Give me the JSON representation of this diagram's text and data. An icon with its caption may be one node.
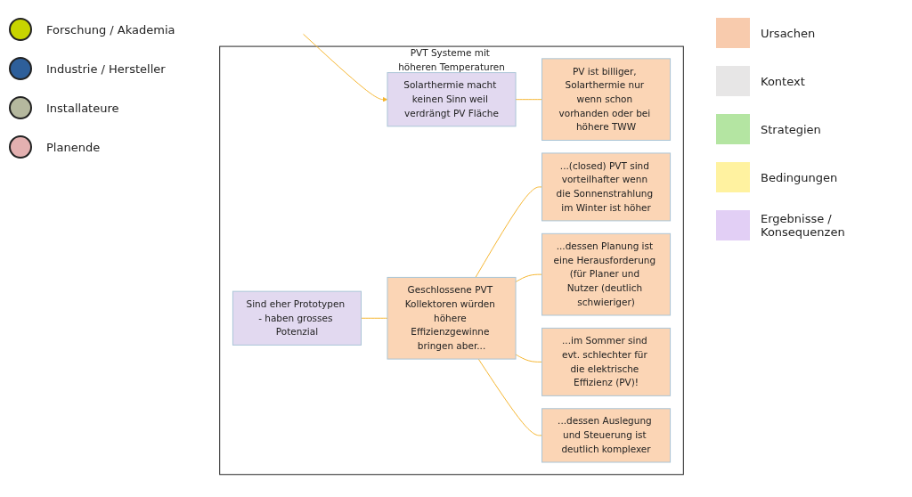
{
  "diagram": {
    "nodes": [
      {
        "text": [
          "PVT Systeme mit höheren Temperaturen"
        ]
      },
      {
        "text": [
          "Solarthermie macht keinen Sinn weil verdrängt PV Fläche"
        ],
        "in": 0
      },
      {
        "text": [
          "PV ist billiger, Solarthermie nur wenn schon vorhanden oder bei höhere TWW"
        ],
        "in": 0
      },
      {
        "text": [
          "Sind eher Prototypen - haben grosses Potenzial"
        ],
        "in": 0
      },
      {
        "text": [
          "...(closed) PVT sind vorteilhafter wenn die Sonnenstrahlung im Winter ist höher"
        ],
        "in": 0
      },
      {
        "text": [
          "Geschlossene PVT Kollektoren würden höhere Effizienzgewinne bringen aber..."
        ],
        "in": 0
      },
      {
        "text": [
          "...dessen Planung ist eine Herausforderung (für Planer und Nutzer (deutlich schwieriger)"
        ],
        "in": 0
      },
      {
        "text": [
          "...im Sommer sind evt. schlechter für die elektrische Effizienz (PV)!"
        ],
        "in": 0
      },
      {
        "text": [
          "...dessen Auslegung und Steuerung ist deutlich komplexer"
        ],
        "in": 0
      }
    ],
    "edges": [
      {
        "from": null,
        "to": 1,
        "arrow": "to"
      },
      {
        "from": 1,
        "to": 2,
        "arrow": "none"
      },
      {
        "from": 3,
        "to": 5,
        "arrow": "none"
      },
      {
        "from": 5,
        "to": 4,
        "arrow": "none"
      },
      {
        "from": 5,
        "to": 6,
        "arrow": "none"
      },
      {
        "from": 5,
        "to": 7,
        "arrow": "none"
      },
      {
        "from": 5,
        "to": 8,
        "arrow": "none"
      }
    ],
    "legend": [
      {
        "text": "Forschung / Akademia",
        "color": "#c8d400"
      },
      {
        "text": "Industrie / Hersteller",
        "color": "#2e5f9a"
      },
      {
        "text": "Installateure",
        "color": "#b5b89e"
      },
      {
        "text": "Planende",
        "color": "#e3b0b0"
      },
      {
        "text": "Ursachen",
        "color": "#f8cbad"
      },
      {
        "text": "Kontext",
        "color": "#e7e6e6"
      },
      {
        "text": "Strategien",
        "color": "#b4e5a2"
      },
      {
        "text": "Bedingungen",
        "color": "#fff2a0"
      },
      {
        "text": "Ergebnisse / Konsequenzen",
        "color": "#e2cff5"
      }
    ]
  }
}
